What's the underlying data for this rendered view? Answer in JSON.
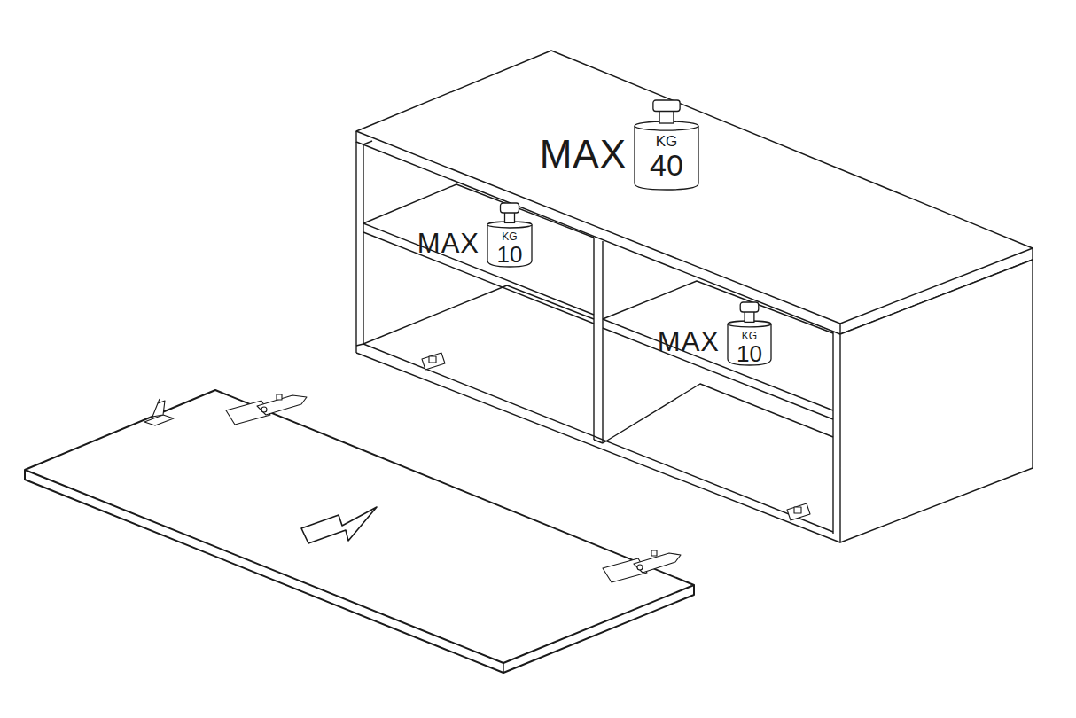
{
  "diagram": {
    "nodes": [
      {
        "text": [
          "MAX",
          "KG",
          "40"
        ]
      },
      {
        "text": [
          "MAX",
          "KG",
          "10"
        ]
      },
      {
        "text": [
          "MAX",
          "KG",
          "10"
        ]
      }
    ]
  }
}
